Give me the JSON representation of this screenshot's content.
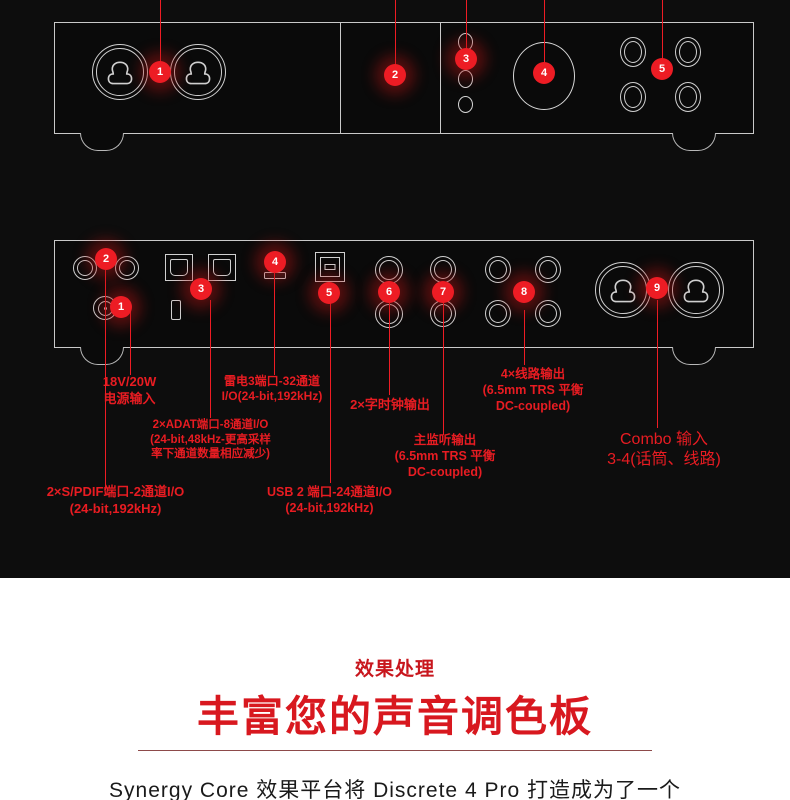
{
  "product": {
    "name": "Discrete 4 Pro",
    "platform": "Synergy Core",
    "accent_red": "#ed1c24",
    "panel_outline": "#c9c9c9",
    "background_dark": "#0d0d0d",
    "background_light": "#ffffff"
  },
  "front_panel": {
    "label": "front-panel",
    "markers": [
      {
        "id": "1",
        "number": "1"
      },
      {
        "id": "2",
        "number": "2"
      },
      {
        "id": "3",
        "number": "3"
      },
      {
        "id": "4",
        "number": "4"
      },
      {
        "id": "5",
        "number": "5"
      }
    ]
  },
  "rear_panel": {
    "label": "rear-panel",
    "markers": [
      {
        "id": "1",
        "number": "1"
      },
      {
        "id": "2",
        "number": "2"
      },
      {
        "id": "3",
        "number": "3"
      },
      {
        "id": "4",
        "number": "4"
      },
      {
        "id": "5",
        "number": "5"
      },
      {
        "id": "6",
        "number": "6"
      },
      {
        "id": "7",
        "number": "7"
      },
      {
        "id": "8",
        "number": "8"
      },
      {
        "id": "9",
        "number": "9"
      }
    ]
  },
  "annotations": {
    "power": {
      "line1": "18V/20W",
      "line2": "电源输入"
    },
    "thunderbolt": {
      "line1": "雷电3端口-32通道",
      "line2": "I/O(24-bit,192kHz)"
    },
    "adat": {
      "line1": "2×ADAT端口-8通道I/O",
      "line2": "(24-bit,48kHz-更高采样",
      "line3": "率下通道数量相应减少)"
    },
    "spdif": {
      "line1": "2×S/PDIF端口-2通道I/O",
      "line2": "(24-bit,192kHz)"
    },
    "usb": {
      "line1": "USB 2 端口-24通道I/O",
      "line2": "(24-bit,192kHz)"
    },
    "wordclock": {
      "line1": "2×字时钟输出"
    },
    "monitor_out": {
      "line1": "主监听输出",
      "line2": "(6.5mm TRS 平衡",
      "line3": "DC-coupled)"
    },
    "line_out": {
      "line1": "4×线路输出",
      "line2": "(6.5mm TRS 平衡",
      "line3": "DC-coupled)"
    },
    "combo_in": {
      "line1": "Combo 输入",
      "line2": "3-4(话筒、线路)"
    }
  },
  "marketing": {
    "eyebrow": "效果处理",
    "headline": "丰富您的声音调色板",
    "body": "Synergy Core 效果平台将 Discrete 4 Pro 打造成为了一个"
  }
}
